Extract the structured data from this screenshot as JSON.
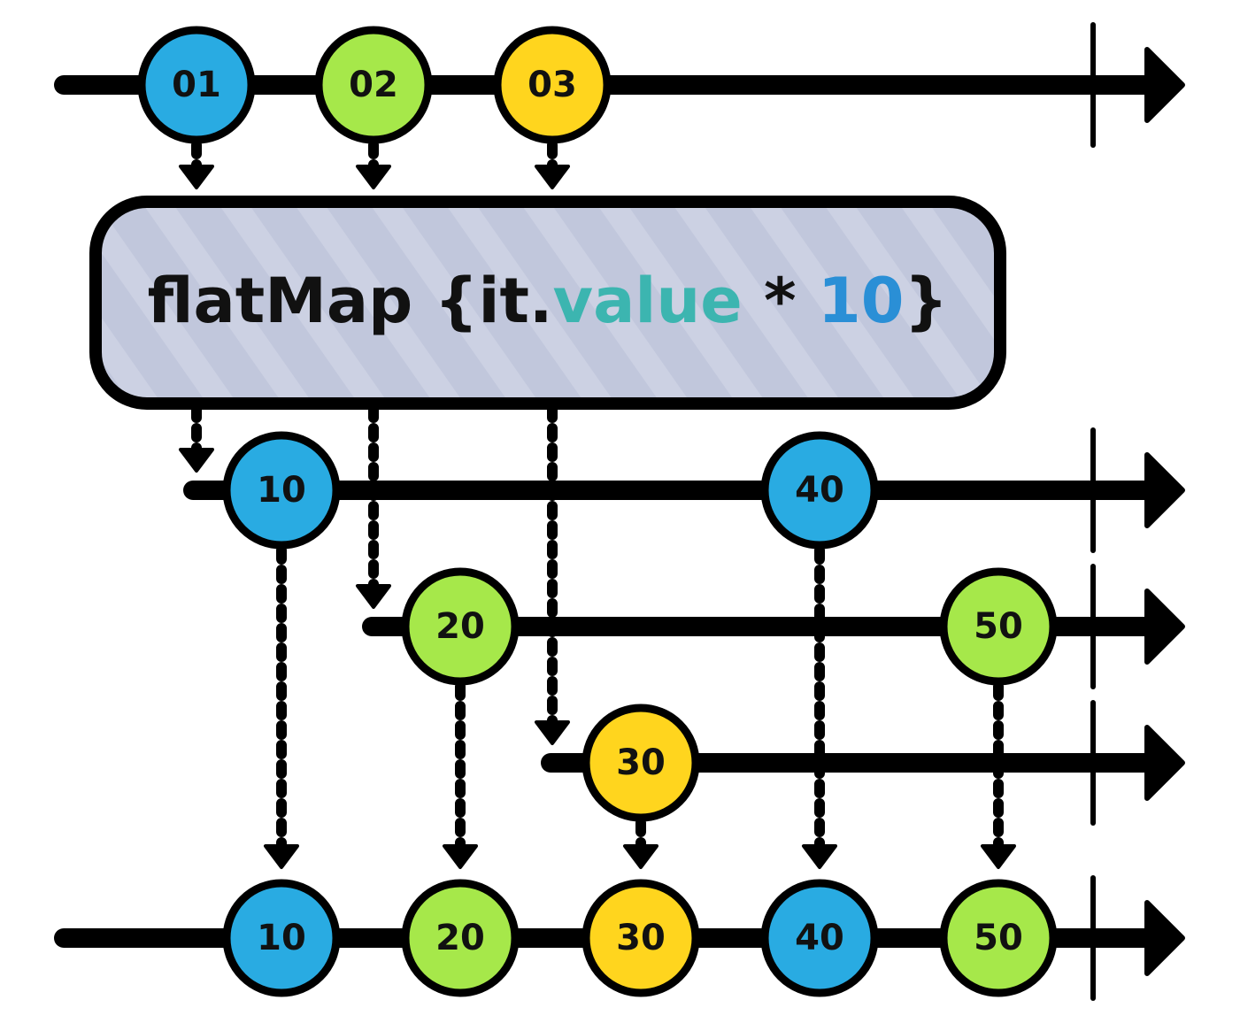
{
  "colors": {
    "blue": "#29abe2",
    "green": "#a6e84a",
    "yellow": "#ffd51e",
    "line": "#000000",
    "operator_fill": "#c1c7dc",
    "operator_text": "#111111",
    "value_color": "#3cb5b0",
    "number_color": "#2a8fd6"
  },
  "source_stream": {
    "items": [
      {
        "label": "01",
        "color": "blue"
      },
      {
        "label": "02",
        "color": "green"
      },
      {
        "label": "03",
        "color": "yellow"
      }
    ]
  },
  "operator": {
    "prefix": "flatMap {it.",
    "value_word": "value",
    "times": " * ",
    "number": "10",
    "suffix": "}"
  },
  "inner_streams": [
    {
      "items": [
        {
          "label": "10",
          "color": "blue"
        },
        {
          "label": "40",
          "color": "blue"
        }
      ]
    },
    {
      "items": [
        {
          "label": "20",
          "color": "green"
        },
        {
          "label": "50",
          "color": "green"
        }
      ]
    },
    {
      "items": [
        {
          "label": "30",
          "color": "yellow"
        }
      ]
    }
  ],
  "result_stream": {
    "items": [
      {
        "label": "10",
        "color": "blue"
      },
      {
        "label": "20",
        "color": "green"
      },
      {
        "label": "30",
        "color": "yellow"
      },
      {
        "label": "40",
        "color": "blue"
      },
      {
        "label": "50",
        "color": "green"
      }
    ]
  }
}
